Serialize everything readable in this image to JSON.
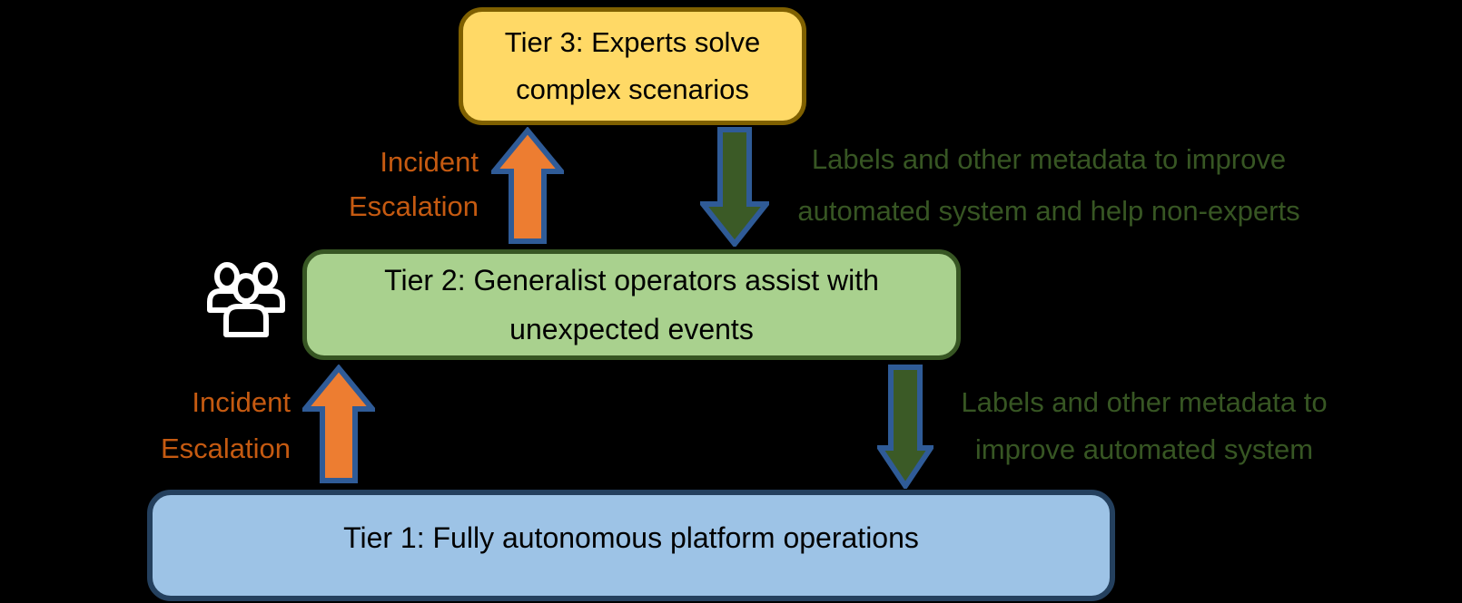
{
  "colors": {
    "background": "#000000",
    "tier3_fill": "#FFD966",
    "tier3_border": "#7F6000",
    "tier2_fill": "#A9D18E",
    "tier2_border": "#375623",
    "tier1_fill": "#9DC3E6",
    "tier1_border": "#24405E",
    "arrow_up_fill": "#ED7D31",
    "arrow_down_fill": "#3B5A26",
    "arrow_stroke": "#2F5B97",
    "escalation_text": "#C55A11",
    "metadata_text": "#375623",
    "box_text": "#000000",
    "people_icon": "#FFFFFF"
  },
  "boxes": {
    "tier3": {
      "line1": "Tier 3: Experts solve",
      "line2": "complex scenarios"
    },
    "tier2": {
      "line1": "Tier 2: Generalist operators assist with",
      "line2": "unexpected events"
    },
    "tier1": {
      "line1": "Tier 1: Fully autonomous platform operations"
    }
  },
  "labels": {
    "escalation_top": {
      "line1": "Incident",
      "line2": "Escalation"
    },
    "escalation_bottom": {
      "line1": "Incident",
      "line2": "Escalation"
    },
    "metadata_top": {
      "line1": "Labels and other metadata to improve",
      "line2": "automated system and help non-experts"
    },
    "metadata_bottom": {
      "line1": "Labels and other metadata to",
      "line2": "improve automated system"
    }
  },
  "icons": {
    "people": "people-group-icon",
    "up_arrows": "up-arrow-icon",
    "down_arrows": "down-arrow-icon"
  }
}
